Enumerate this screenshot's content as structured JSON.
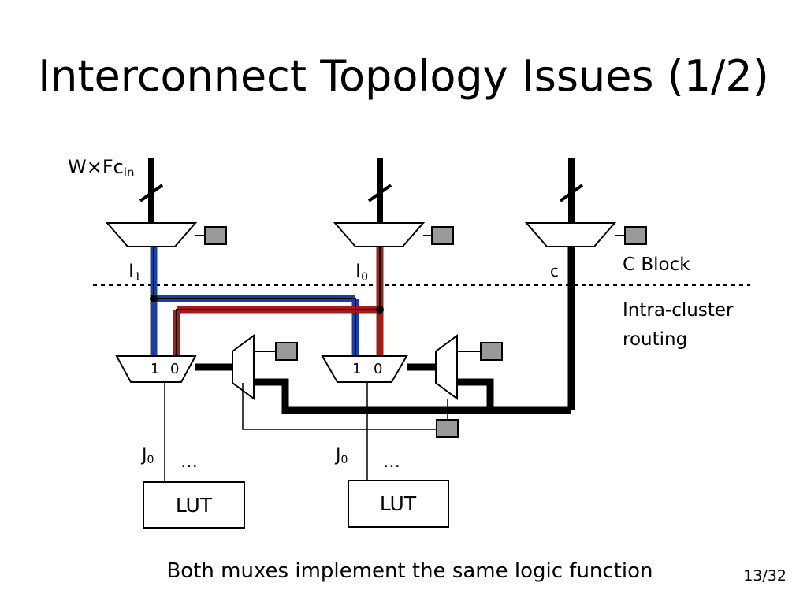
{
  "slide": {
    "title": "Interconnect Topology Issues (1/2)",
    "caption": "Both muxes implement the same logic function",
    "page": "13/32"
  },
  "labels": {
    "width": "W×Fc",
    "width_sub": "in",
    "i1_main": "I",
    "i1_sub": "1",
    "i0_main": "I",
    "i0_sub": "0",
    "c": "c",
    "c_block": "C Block",
    "intra_line1": "Intra-cluster",
    "intra_line2": "routing",
    "mux_in1": "1",
    "mux_in0": "0",
    "j0_main": "J",
    "j0_sub": "0",
    "ellipsis": "…",
    "lut": "LUT"
  },
  "colors": {
    "wire": "#000000",
    "blue_path": "#1f3fa0",
    "red_path": "#a01e1a",
    "config_bit": "#9a9a9a"
  }
}
